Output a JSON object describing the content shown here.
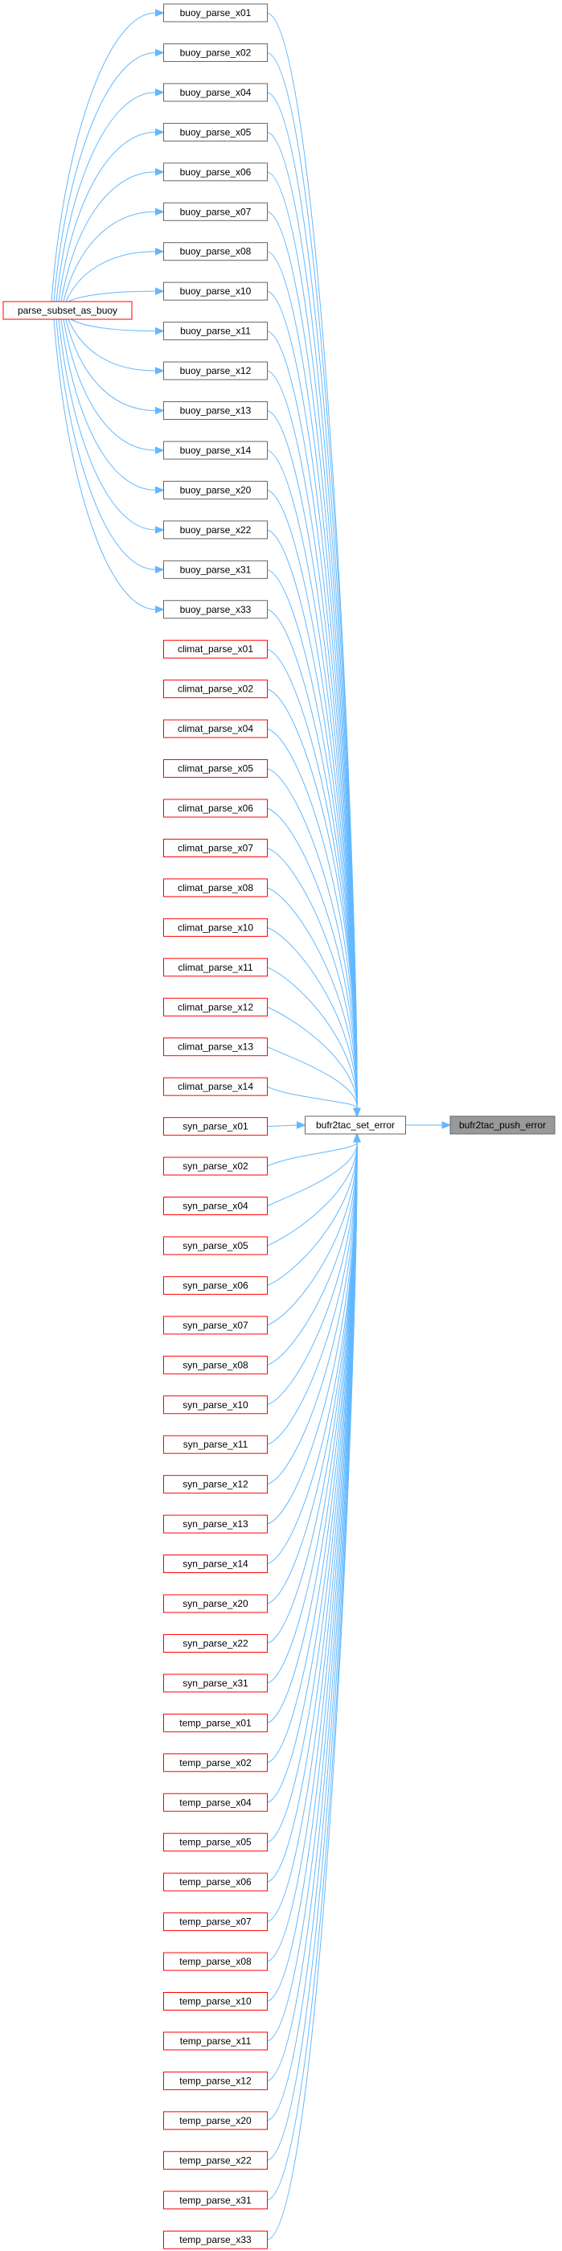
{
  "colors": {
    "edge": "#63b8ff",
    "node_border_documented": "#666666",
    "node_border_undocumented": "#ff0000",
    "node_fill": "#ffffff",
    "root_fill": "#999999",
    "root_border": "#666666"
  },
  "root": {
    "label": "bufr2tac_push_error"
  },
  "center": {
    "label": "bufr2tac_set_error"
  },
  "buoy_parent": {
    "label": "parse_subset_as_buoy"
  },
  "buoy_nodes": [
    "buoy_parse_x01",
    "buoy_parse_x02",
    "buoy_parse_x04",
    "buoy_parse_x05",
    "buoy_parse_x06",
    "buoy_parse_x07",
    "buoy_parse_x08",
    "buoy_parse_x10",
    "buoy_parse_x11",
    "buoy_parse_x12",
    "buoy_parse_x13",
    "buoy_parse_x14",
    "buoy_parse_x20",
    "buoy_parse_x22",
    "buoy_parse_x31",
    "buoy_parse_x33"
  ],
  "other_nodes": [
    "climat_parse_x01",
    "climat_parse_x02",
    "climat_parse_x04",
    "climat_parse_x05",
    "climat_parse_x06",
    "climat_parse_x07",
    "climat_parse_x08",
    "climat_parse_x10",
    "climat_parse_x11",
    "climat_parse_x12",
    "climat_parse_x13",
    "climat_parse_x14",
    "syn_parse_x01",
    "syn_parse_x02",
    "syn_parse_x04",
    "syn_parse_x05",
    "syn_parse_x06",
    "syn_parse_x07",
    "syn_parse_x08",
    "syn_parse_x10",
    "syn_parse_x11",
    "syn_parse_x12",
    "syn_parse_x13",
    "syn_parse_x14",
    "syn_parse_x20",
    "syn_parse_x22",
    "syn_parse_x31",
    "temp_parse_x01",
    "temp_parse_x02",
    "temp_parse_x04",
    "temp_parse_x05",
    "temp_parse_x06",
    "temp_parse_x07",
    "temp_parse_x08",
    "temp_parse_x10",
    "temp_parse_x11",
    "temp_parse_x12",
    "temp_parse_x20",
    "temp_parse_x22",
    "temp_parse_x31",
    "temp_parse_x33"
  ]
}
